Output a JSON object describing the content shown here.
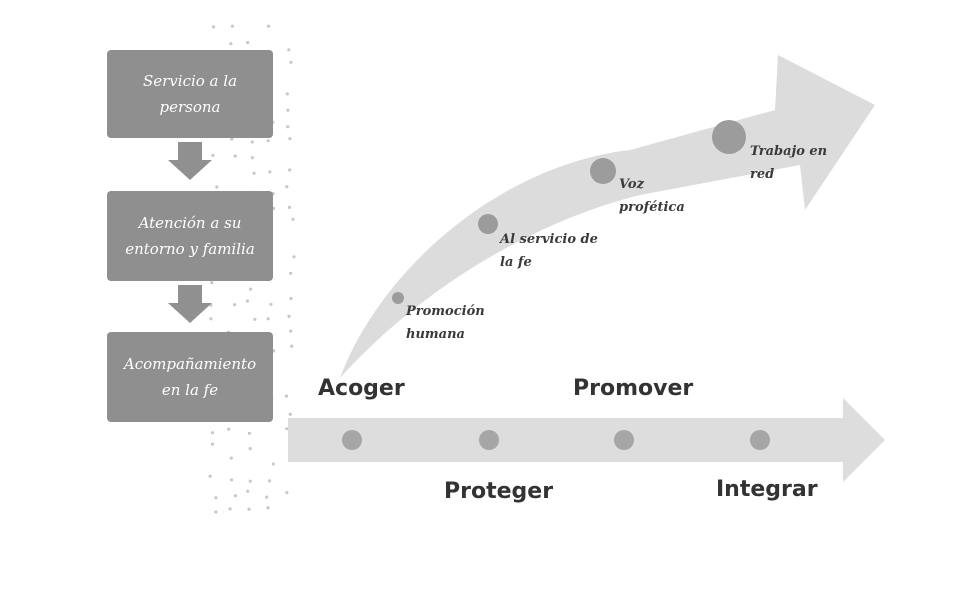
{
  "boxes": [
    {
      "text": "Servicio a la\npersona"
    },
    {
      "text": "Atención a su\nentorno y familia"
    },
    {
      "text": "Acompañamiento\nen la fe"
    }
  ],
  "curve_labels": [
    {
      "text": "Promoción\nhumana"
    },
    {
      "text": "Al servicio de\nla fe"
    },
    {
      "text": "Voz\nprofética"
    },
    {
      "text": "Trabajo en\nred"
    }
  ],
  "stage_labels": {
    "acoger": "Acoger",
    "proteger": "Proteger",
    "promover": "Promover",
    "integrar": "Integrar"
  },
  "colors": {
    "box_fill": "#8f8f8f",
    "arrow_fill": "#dddddd",
    "dot_fill": "#a6a6a6",
    "speckle": "#c8c8c8"
  }
}
